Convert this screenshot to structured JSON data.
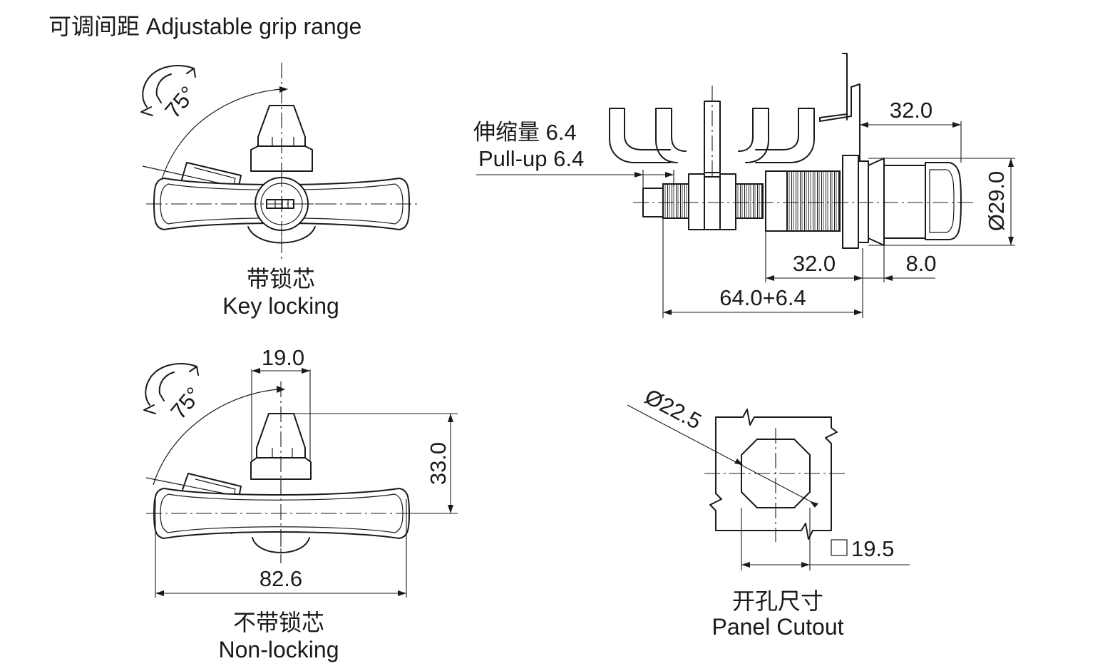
{
  "title": "可调间距 Adjustable grip range",
  "views": {
    "key_locking": {
      "caption_cn": "带锁芯",
      "caption_en": "Key locking",
      "angle": "75°"
    },
    "non_locking": {
      "caption_cn": "不带锁芯",
      "caption_en": "Non-locking",
      "angle": "75°",
      "dim_width": "82.6",
      "dim_knob": "19.0",
      "dim_height": "33.0"
    },
    "side": {
      "pull_up_cn": "伸缩量 6.4",
      "pull_up_en": "Pull-up 6.4",
      "dim_top": "32.0",
      "dim_diameter": "Ø29.0",
      "dim_thread": "32.0",
      "dim_head": "8.0",
      "dim_total": "64.0+6.4"
    },
    "cutout": {
      "caption_cn": "开孔尺寸",
      "caption_en": "Panel Cutout",
      "dim_diameter": "Ø22.5",
      "dim_square": "19.5"
    }
  }
}
